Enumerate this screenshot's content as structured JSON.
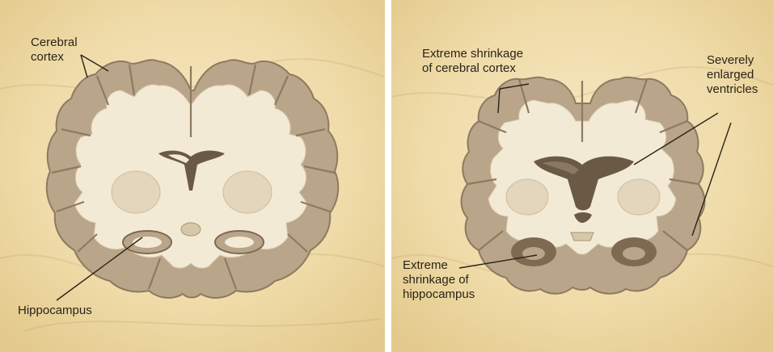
{
  "left_panel": {
    "labels": {
      "cerebral_cortex": [
        "Cerebral",
        "cortex"
      ],
      "hippocampus": [
        "Hippocampus"
      ]
    }
  },
  "right_panel": {
    "labels": {
      "cortex_shrinkage": [
        "Extreme shrinkage",
        "of cerebral cortex"
      ],
      "enlarged_ventricles": [
        "Severely",
        "enlarged",
        "ventricles"
      ],
      "hippocampus_shrinkage": [
        "Extreme",
        "shrinkage of",
        "hippocampus"
      ]
    }
  },
  "colors": {
    "background": "#f1dfae",
    "cortex": "#b9a58a",
    "white_matter": "#f3ead6",
    "edge": "#8e7a5e",
    "ventricle": "#6a5a45",
    "text": "#2a2418"
  }
}
